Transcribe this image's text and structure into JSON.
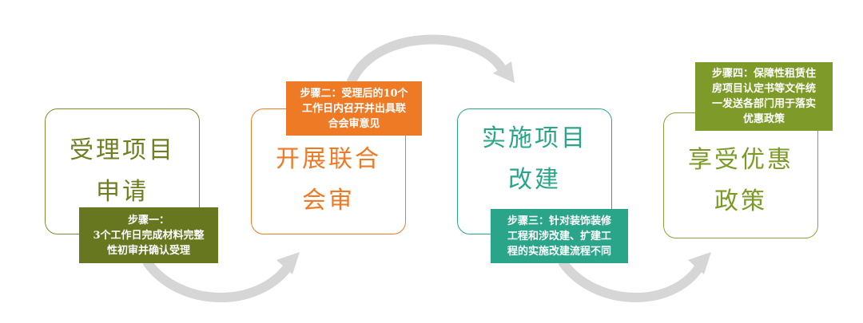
{
  "colors": {
    "step1": "#6e7e21",
    "step2": "#ef7a26",
    "step3": "#2aa58a",
    "step4": "#7c9a26",
    "note1_bg": "#66771f",
    "note2_bg": "#ef7a26",
    "note3_bg": "#2aa58a",
    "note4_bg": "#7e9b29",
    "arrow": "#d6d6d6"
  },
  "steps": [
    {
      "lines": [
        "受理项目",
        "申请"
      ]
    },
    {
      "lines": [
        "开展联合",
        "会审"
      ]
    },
    {
      "lines": [
        "实施项目",
        "改建"
      ]
    },
    {
      "lines": [
        "享受优惠",
        "政策"
      ]
    }
  ],
  "notes": [
    {
      "lines": [
        "步骤一：",
        "3个工作日完成材料完整",
        "性初审并确认受理"
      ]
    },
    {
      "lines": [
        "步骤二：受理后的10个",
        "工作日内召开并出具联",
        "合会审意见"
      ]
    },
    {
      "lines": [
        "步骤三：针对装饰装修",
        "工程和涉改建、扩建工",
        "程的实施改建流程不同"
      ]
    },
    {
      "lines": [
        "步骤四：保障性租赁住",
        "房项目认定书等文件统",
        "一发送各部门用于落实",
        "优惠政策"
      ]
    }
  ]
}
